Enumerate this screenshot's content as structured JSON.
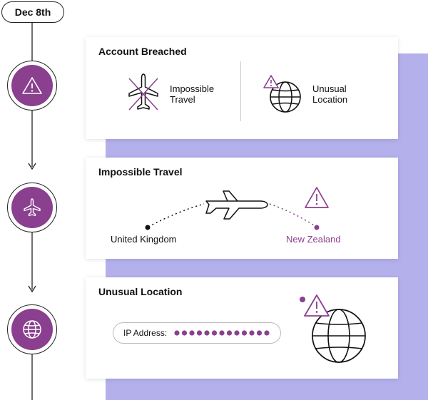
{
  "timeline": {
    "date_label": "Dec 8th",
    "nodes": [
      {
        "name": "alert-node",
        "icon": "warning-triangle-icon"
      },
      {
        "name": "travel-node",
        "icon": "airplane-icon"
      },
      {
        "name": "location-node",
        "icon": "globe-icon"
      }
    ]
  },
  "cards": {
    "account_breached": {
      "title": "Account Breached",
      "items": [
        {
          "label_line1": "Impossible",
          "label_line2": "Travel",
          "icon": "crossed-airplane-icon"
        },
        {
          "label_line1": "Unusual",
          "label_line2": "Location",
          "icon": "globe-warning-icon"
        }
      ]
    },
    "impossible_travel": {
      "title": "Impossible Travel",
      "origin": "United Kingdom",
      "destination": "New Zealand"
    },
    "unusual_location": {
      "title": "Unusual Location",
      "ip_label": "IP Address:",
      "ip_mask_dots": 13
    }
  },
  "colors": {
    "accent_purple": "#8a3f8f",
    "backdrop_lavender": "#b3b0eb",
    "outline": "#222222"
  }
}
